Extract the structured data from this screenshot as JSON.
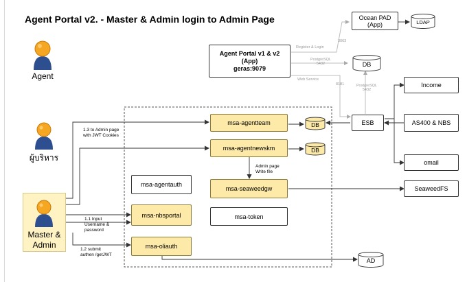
{
  "title": "Agent Portal v2. - Master & Admin login to Admin Page",
  "actors": {
    "agent": {
      "label": "Agent",
      "icon": "person-icon"
    },
    "executive": {
      "label": "ผู้บริหาร",
      "icon": "person-icon"
    },
    "master_admin": {
      "label_line1": "Master &",
      "label_line2": "Admin",
      "icon": "person-icon"
    }
  },
  "nodes": {
    "ocean_pad": {
      "line1": "Ocean PAD",
      "line2": "(App)"
    },
    "ldap": "LDAP",
    "agent_portal": {
      "line1": "Agent Portal v1 & v2",
      "line2": "(App)",
      "line3": "geras:9079"
    },
    "db_main": "DB",
    "income": "Income",
    "esb": "ESB",
    "as400": "AS400 & NBS",
    "omail": "omail",
    "seaweedfs": "SeaweedFS",
    "ad": "AD",
    "msa_agentteam": "msa-agentteam",
    "db_agentteam": "DB",
    "msa_agentnewskm": "msa-agentnewskm",
    "db_agentnewskm": "DB",
    "msa_agentauth": "msa-agentauth",
    "msa_seaweedgw": "msa-seaweedgw",
    "msa_nbsportal": "msa-nbsportal",
    "msa_token": "msa-token",
    "msa_oliauth": "msa-oliauth"
  },
  "edge_labels": {
    "to_admin_line1": "1.3 to Admin page",
    "to_admin_line2": "with JWT Cookies",
    "input_line1": "1.1 Input",
    "input_line2": "Username &",
    "input_line3": "password",
    "submit_line1": "1.2 submit",
    "submit_line2": "authen /getJWT",
    "admin_page_line1": "Admin page",
    "admin_page_line2": "Write file",
    "register_login": "Register & Login",
    "port_3063": "3063",
    "postgresql_top_line1": "PostgreSQL",
    "postgresql_top_line2": "5432",
    "web_service": "Web Service",
    "port_8181": "8181",
    "postgresql_right_line1": "PostgreSQL",
    "postgresql_right_line2": "5432"
  },
  "colors": {
    "msa_fill": "#fdeaa8",
    "admin_highlight": "#fff3c4",
    "person_head": "#f5a623",
    "person_body": "#2e4f8f",
    "grey_connector": "#bfbfbf"
  }
}
